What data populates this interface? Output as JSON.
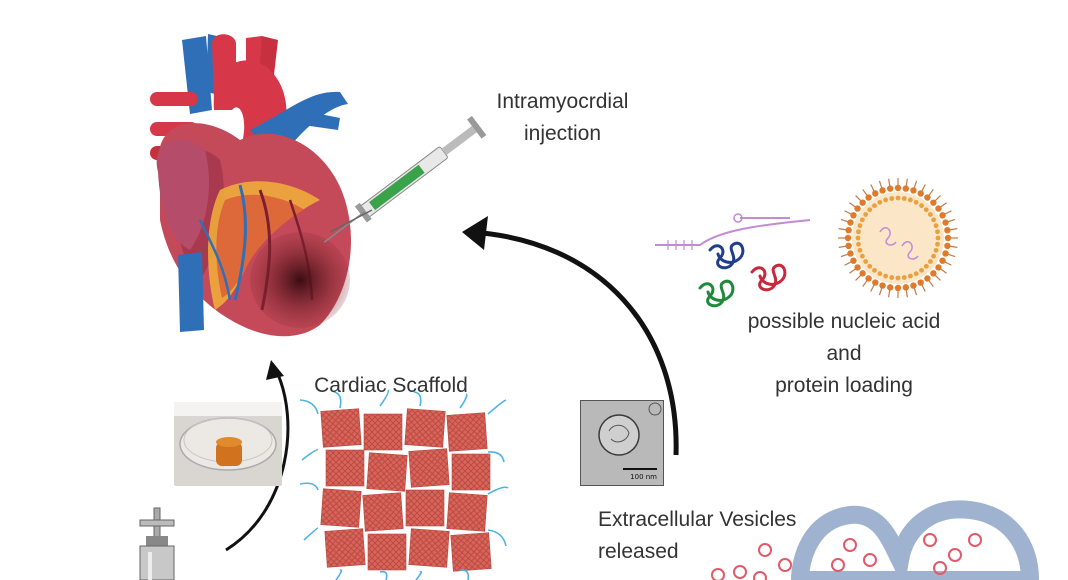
{
  "labels": {
    "injection": [
      "Intramyocrdial",
      "injection"
    ],
    "scaffold": "Cardiac Scaffold",
    "loading": [
      "possible nucleic acid",
      "and",
      "protein loading"
    ],
    "vesicles": [
      "Extracellular Vesicles",
      "released"
    ],
    "scale_bar": "100 nm"
  },
  "icons": [
    "heart-icon",
    "syringe-icon",
    "scaffold-grid-icon",
    "petri-dish-photo",
    "tem-micrograph",
    "nucleic-acid-icon",
    "protein-icon",
    "liposome-icon",
    "cell-membrane-icon",
    "bioreactor-icon",
    "curved-arrow-icon"
  ],
  "colors": {
    "artery_red": "#d6384a",
    "vein_blue": "#2f6fb8",
    "heart_body": "#c44a5a",
    "fat_yellow": "#f2b13a",
    "infarct": "#5a1a22",
    "syringe_green": "#3aa24a",
    "scaffold_fill": "#d9645a",
    "scaffold_fiber": "#4db3e6",
    "liposome_head": "#e07a2a",
    "membrane_blue": "#9fb3d1",
    "vesicle_pink": "#e05a6a",
    "arrow": "#111111"
  }
}
